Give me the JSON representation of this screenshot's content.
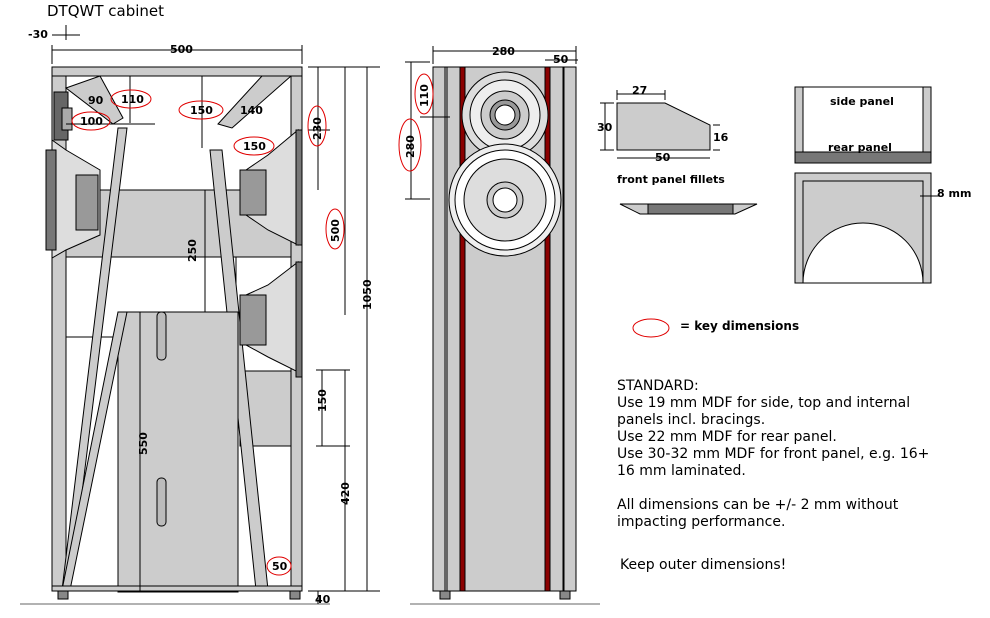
{
  "title": "DTQWT cabinet",
  "dims": {
    "d_neg30": "-30",
    "d500_top": "500",
    "d90": "90",
    "d110_side": "110",
    "d100": "100",
    "d150_upper": "150",
    "d140": "140",
    "d150_mid": "150",
    "d230": "230",
    "d500_side": "500",
    "d1050": "1050",
    "d250": "250",
    "d550": "550",
    "d150_lower": "150",
    "d420": "420",
    "d50_bottom": "50",
    "d40": "40",
    "d280_width": "280",
    "d50_front": "50",
    "d110_front": "110",
    "d280_front": "280",
    "f27": "27",
    "f30": "30",
    "f16": "16",
    "f50": "50",
    "mm8": "8 mm"
  },
  "labels": {
    "fillets": "front panel fillets",
    "side_panel": "side panel",
    "rear_panel": "rear panel",
    "legend": "= key dimensions"
  },
  "notes": {
    "standard": "STANDARD:",
    "line1": "Use 19 mm MDF for side, top and internal",
    "line2": "panels incl. bracings.",
    "line3": "Use 22 mm MDF for rear panel.",
    "line4": "Use 30-32 mm MDF for front panel, e.g. 16+",
    "line5": "16 mm laminated.",
    "line6": "All dimensions can be +/- 2 mm without",
    "line7": "impacting performance.",
    "keep": "Keep outer dimensions!"
  },
  "colors": {
    "panel": "#cccccc",
    "outline": "#000000",
    "key_ellipse": "#e00000",
    "red_strip": "#8b0000"
  }
}
